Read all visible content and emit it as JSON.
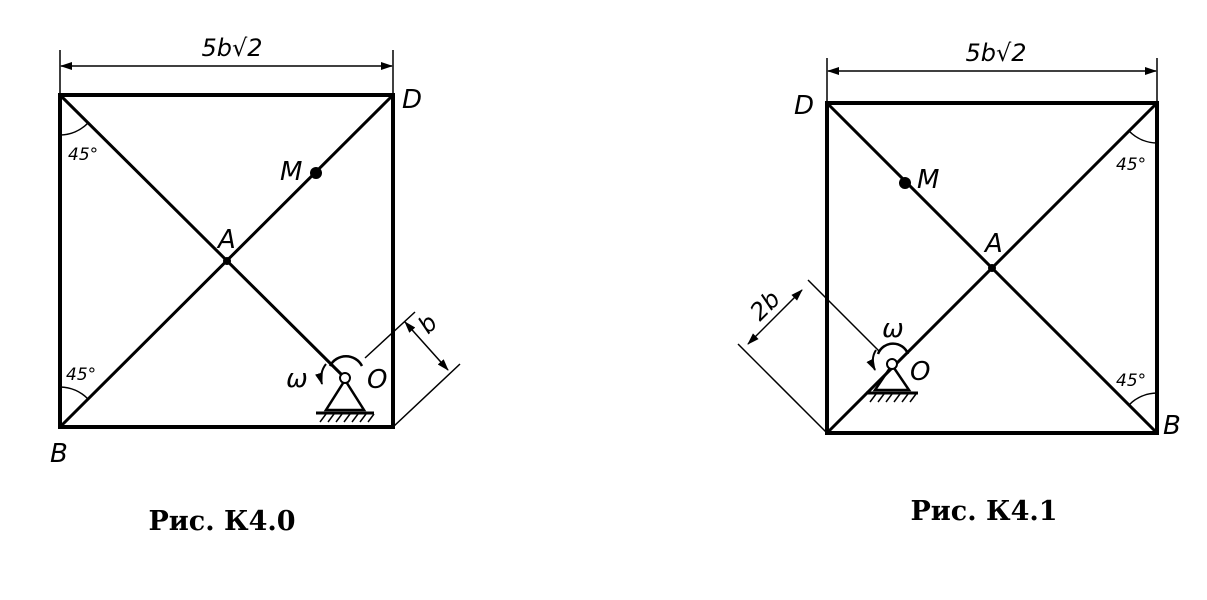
{
  "figures": [
    {
      "caption": "Рис. К4.0",
      "top_dimension": "5b√2",
      "points": {
        "A": "A",
        "B": "B",
        "D": "D",
        "M": "M",
        "O": "O"
      },
      "omega": "ω",
      "angle_top": "45°",
      "angle_bottom": "45°",
      "side_dimension": "b"
    },
    {
      "caption": "Рис. К4.1",
      "top_dimension": "5b√2",
      "points": {
        "A": "A",
        "B": "B",
        "D": "D",
        "M": "M",
        "O": "O"
      },
      "omega": "ω",
      "angle_top": "45°",
      "angle_bottom": "45°",
      "side_dimension": "2b"
    }
  ]
}
